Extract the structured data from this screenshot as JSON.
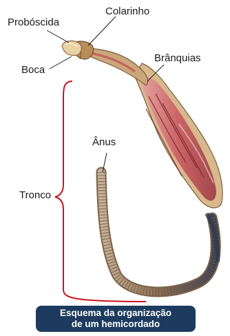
{
  "labels": {
    "proboscida": "Probóscida",
    "colarinho": "Colarinho",
    "boca": "Boca",
    "branquias": "Brânquias",
    "anus": "Ânus",
    "tronco": "Tronco"
  },
  "caption": {
    "line1": "Esquema da organização",
    "line2": "de um hemicordado"
  },
  "colors": {
    "bracket": "#c8141e",
    "leader": "#1a1a1a",
    "caption_bg": "#1d3b5e",
    "caption_text": "#ffffff"
  }
}
